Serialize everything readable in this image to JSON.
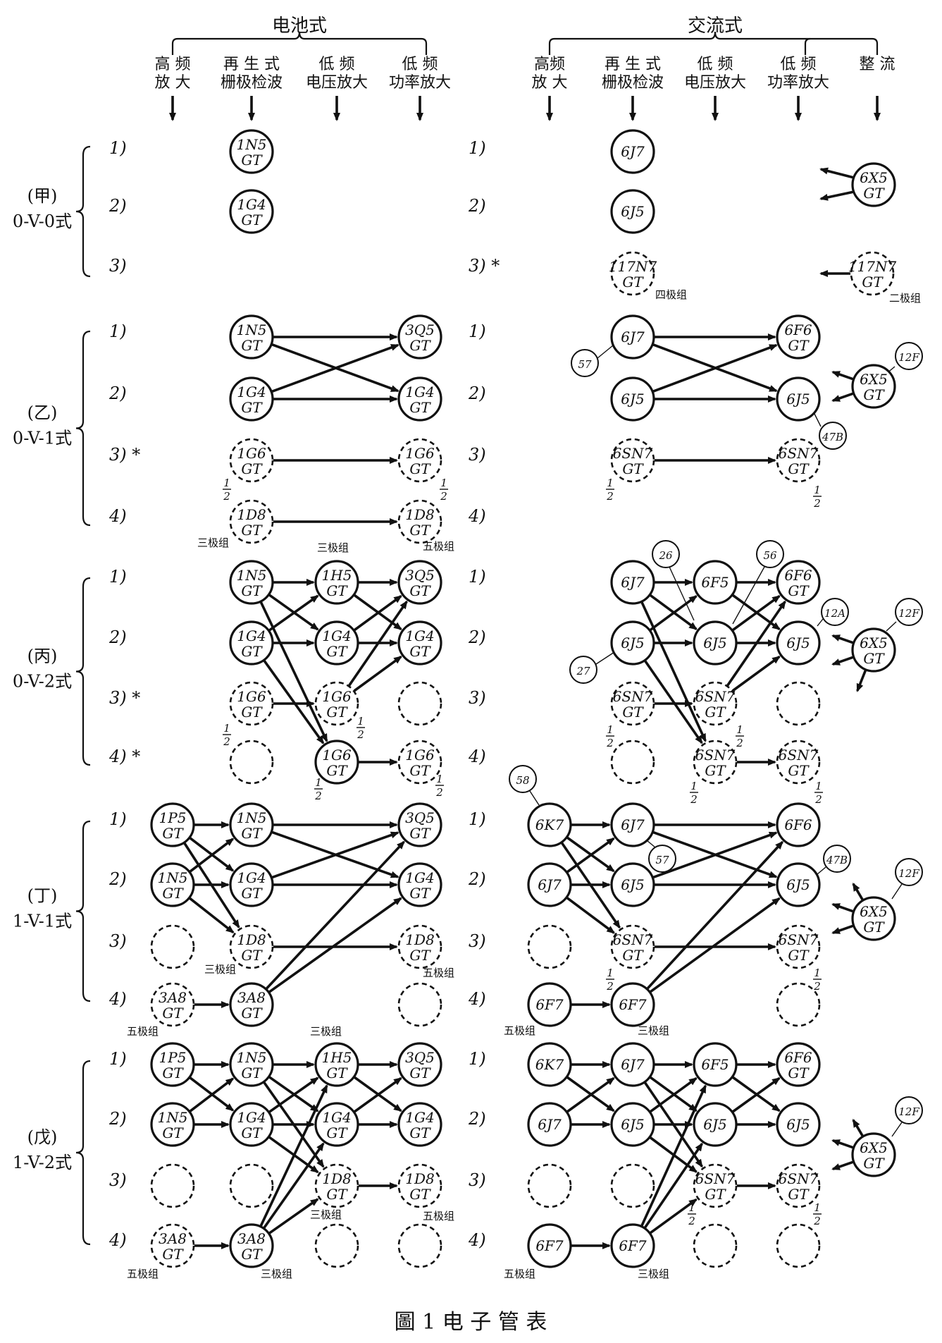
{
  "battery_title": "电池式",
  "ac_title": "交流式",
  "battery_cols": [
    [
      "高 频",
      "放 大"
    ],
    [
      "再 生 式",
      "栅极检波"
    ],
    [
      "低 频",
      "电压放大"
    ],
    [
      "低 频",
      "功率放大"
    ]
  ],
  "ac_cols": [
    [
      "高频",
      "放 大"
    ],
    [
      "再 生 式",
      "栅极检波"
    ],
    [
      "低 频",
      "电压放大"
    ],
    [
      "低 频",
      "功率放大"
    ],
    [
      "整 流",
      ""
    ]
  ],
  "groups": [
    {
      "name": "(甲)",
      "mode": "0-V-0式",
      "rows_left": [
        "1)",
        "2)",
        "3)"
      ],
      "rows_right": [
        "1)",
        "2)",
        "3) *"
      ]
    },
    {
      "name": "(乙)",
      "mode": "0-V-1式",
      "rows_left": [
        "1)",
        "2)",
        "3) *",
        "4)"
      ],
      "rows_right": [
        "1)",
        "2)",
        "3)",
        "4)"
      ]
    },
    {
      "name": "(丙)",
      "mode": "0-V-2式",
      "rows_left": [
        "1)",
        "2)",
        "3) *",
        "4) *"
      ],
      "rows_right": [
        "1)",
        "2)",
        "3)",
        "4)"
      ]
    },
    {
      "name": "(丁)",
      "mode": "1-V-1式",
      "rows_left": [
        "1)",
        "2)",
        "3)",
        "4)"
      ],
      "rows_right": [
        "1)",
        "2)",
        "3)",
        "4)"
      ]
    },
    {
      "name": "(戊)",
      "mode": "1-V-2式",
      "rows_left": [
        "1)",
        "2)",
        "3)",
        "4)"
      ],
      "rows_right": [
        "1)",
        "2)",
        "3)",
        "4)"
      ]
    }
  ],
  "labels": {
    "triode": "三极组",
    "pentode": "五极组",
    "tetrode": "四极组",
    "diode": "二极组",
    "half": "1/2"
  },
  "caption": "圖 1   电   子   管   表",
  "tubes": {
    "1N5GT": "1N5 GT",
    "1G4GT": "1G4 GT",
    "1G6GT": "1G6 GT",
    "1D8GT": "1D8 GT",
    "1H5GT": "1H5 GT",
    "1P5GT": "1P5 GT",
    "3Q5GT": "3Q5 GT",
    "3A8GT": "3A8 GT",
    "6J7": "6J7",
    "6J5": "6J5",
    "6F6GT": "6F6 GT",
    "6F6": "6F6",
    "6F5": "6F5",
    "6SN7GT": "6SN7 GT",
    "6X5GT": "6X5 GT",
    "117N7GT": "117N7 GT",
    "6K7": "6K7",
    "6F7": "6F7",
    "57": "57",
    "56": "56",
    "58": "58",
    "27": "27",
    "26": "26",
    "12F": "12F",
    "47B": "47B",
    "12A": "12A"
  },
  "colors": {
    "ink": "#111111",
    "paper": "#ffffff"
  }
}
